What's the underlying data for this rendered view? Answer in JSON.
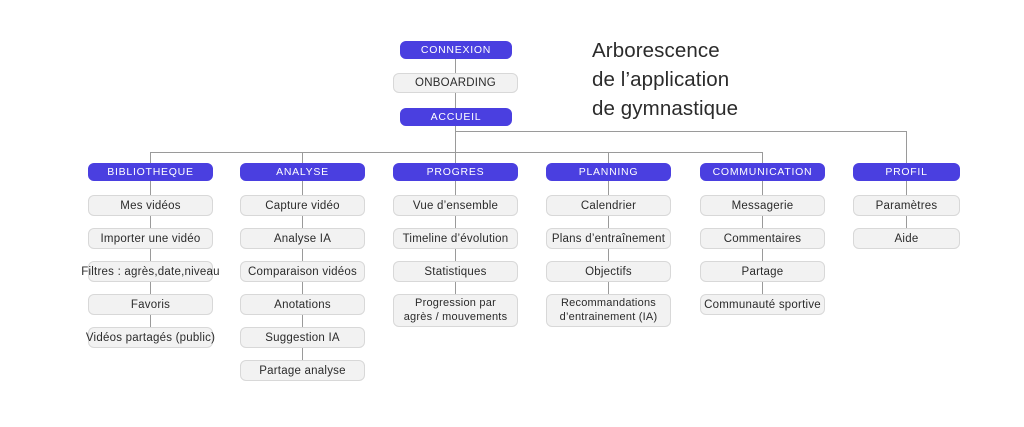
{
  "title": {
    "line1": "Arborescence",
    "line2": "de l’application",
    "line3": "de gymnastique"
  },
  "colors": {
    "accent": "#4a3fe0",
    "node_fill": "#f2f2f2",
    "node_border": "#d8d8d8",
    "line": "#9a9a9a",
    "background": "#ffffff",
    "accent_text": "#ffffff",
    "text": "#2b2b2b"
  },
  "root_chain": [
    {
      "label": "CONNEXION",
      "style": "purple"
    },
    {
      "label": "ONBOARDING",
      "style": "grey"
    },
    {
      "label": "ACCUEIL",
      "style": "purple"
    }
  ],
  "columns": [
    {
      "header": "BIBLIOTHEQUE",
      "items": [
        "Mes vidéos",
        "Importer une vidéo",
        "Filtres : agrès,date,niveau",
        "Favoris",
        "Vidéos partagés (public)"
      ]
    },
    {
      "header": "ANALYSE",
      "items": [
        "Capture vidéo",
        "Analyse IA",
        "Comparaison vidéos",
        "Anotations",
        "Suggestion IA",
        "Partage analyse"
      ]
    },
    {
      "header": "PROGRES",
      "items": [
        "Vue d’ensemble",
        "Timeline d’évolution",
        "Statistiques",
        "Progression par\nagrès / mouvements"
      ]
    },
    {
      "header": "PLANNING",
      "items": [
        "Calendrier",
        "Plans d’entraînement",
        "Objectifs",
        "Recommandations\nd’entrainement (IA)"
      ]
    },
    {
      "header": "COMMUNICATION",
      "items": [
        "Messagerie",
        "Commentaires",
        "Partage",
        "Communauté sportive"
      ]
    },
    {
      "header": "PROFIL",
      "items": [
        "Paramètres",
        "Aide"
      ]
    }
  ]
}
